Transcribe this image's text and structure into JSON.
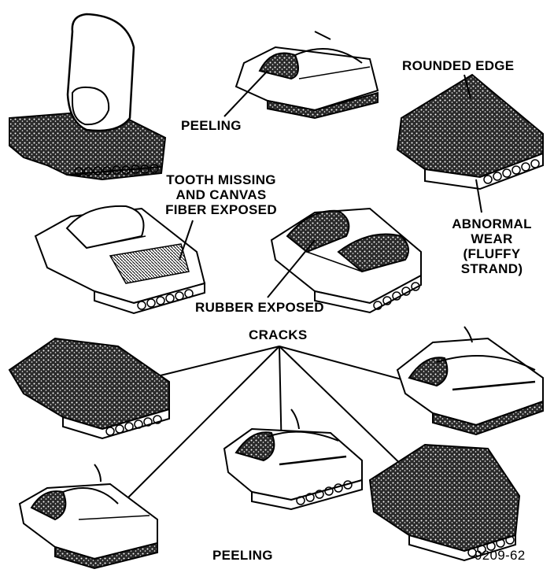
{
  "labels": {
    "peeling_top": "PEELING",
    "rounded_edge": "ROUNDED EDGE",
    "tooth_missing": [
      "TOOTH MISSING",
      "AND CANVAS",
      "FIBER EXPOSED"
    ],
    "abnormal_wear": [
      "ABNORMAL",
      "WEAR",
      "(FLUFFY",
      "STRAND)"
    ],
    "rubber_exposed": "RUBBER EXPOSED",
    "cracks": "CRACKS",
    "peeling_bottom": "PEELING",
    "figure_number": "9209-62"
  },
  "colors": {
    "ink": "#000000",
    "paper": "#ffffff",
    "worn": "#3a3a3a"
  }
}
